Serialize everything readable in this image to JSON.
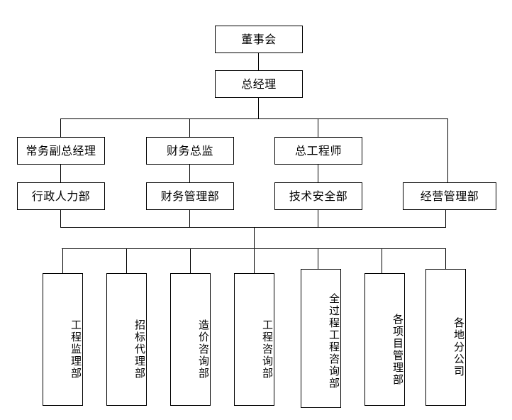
{
  "chart_data": {
    "type": "diagram",
    "title": "组织结构图",
    "orientation": "top-down",
    "levels": 5
  },
  "nodes": {
    "board": {
      "label": "董事会"
    },
    "general_manager": {
      "label": "总经理"
    },
    "exec_deputy_gm": {
      "label": "常务副总经理"
    },
    "finance_director": {
      "label": "财务总监"
    },
    "chief_engineer": {
      "label": "总工程师"
    },
    "admin_hr_dept": {
      "label": "行政人力部"
    },
    "finance_mgmt_dept": {
      "label": "财务管理部"
    },
    "tech_safety_dept": {
      "label": "技术安全部"
    },
    "business_mgmt_dept": {
      "label": "经营管理部"
    }
  },
  "leaf_nodes": [
    {
      "label": "工程监理部",
      "chars": 5
    },
    {
      "label": "招标代理部",
      "chars": 5
    },
    {
      "label": "造价咨询部",
      "chars": 5
    },
    {
      "label": "工程咨询部",
      "chars": 5
    },
    {
      "label": "全过程工程咨询部",
      "chars": 8
    },
    {
      "label": "各项目管理部",
      "chars": 6
    },
    {
      "label": "各地分公司",
      "chars": 5
    }
  ],
  "colors": {
    "border": "#000000",
    "background": "#ffffff",
    "text": "#000000"
  }
}
